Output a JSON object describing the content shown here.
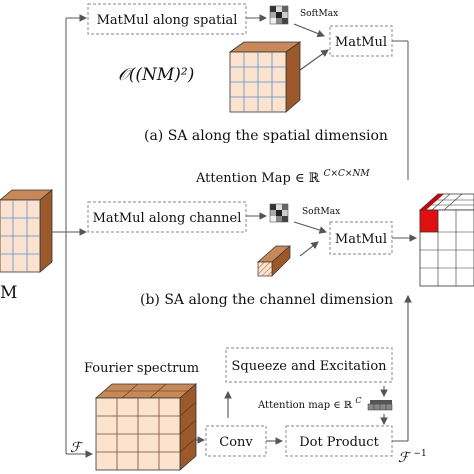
{
  "boxes": {
    "matmul_spatial": "MatMul along spatial",
    "matmul_channel": "MatMul along channel",
    "matmul_a": "MatMul",
    "matmul_b": "MatMul",
    "squeeze": "Squeeze and Excitation",
    "conv": "Conv",
    "dot": "Dot Product"
  },
  "labels": {
    "softmax_a": "SoftMax",
    "softmax_b": "SoftMax",
    "complexity": "𝒪((NM)²)",
    "caption_a": "(a) SA along the spatial dimension",
    "attn_map_text": "Attention Map ∈ ℝ",
    "attn_map_sup": "C×C×NM",
    "caption_b": "(b) SA along the channel dimension",
    "fourier": "Fourier spectrum",
    "attn_map2_text": "Attention map ∈ ℝ",
    "attn_map2_sup": "C",
    "fourier_symbol": "ℱ",
    "inv_fourier": "ℱ",
    "inv_fourier_sup": "−1",
    "input_label": "M"
  },
  "colors": {
    "cube_face": "#fbe3cf",
    "cube_side": "#9c5a2c",
    "cube_top": "#c7895a",
    "grid_line": "#5a8fc7",
    "highlight": "#e01010"
  }
}
